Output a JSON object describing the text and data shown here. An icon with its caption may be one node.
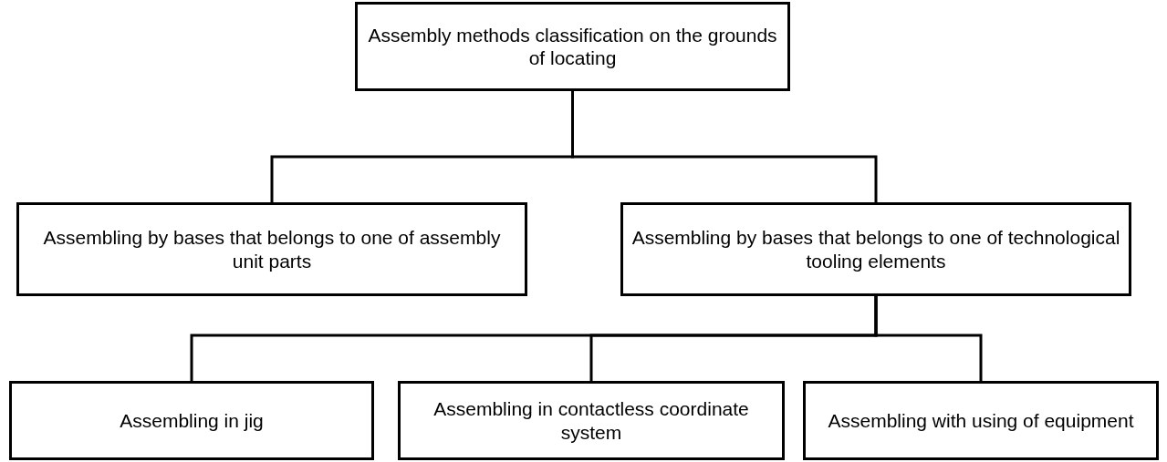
{
  "diagram": {
    "nodes": [
      {
        "text": [
          "Assembly methods classification on the grounds of locating"
        ]
      },
      {
        "text": [
          "Assembling by bases that belongs to one of assembly unit parts"
        ]
      },
      {
        "text": [
          "Assembling by bases that belongs to one of technological tooling elements"
        ]
      },
      {
        "text": [
          "Assembling in jig"
        ]
      },
      {
        "text": [
          "Assembling in contactless coordinate system"
        ]
      },
      {
        "text": [
          "Assembling with using of equipment"
        ]
      }
    ],
    "edges": [
      {
        "from": 0,
        "to": 1,
        "arrow": "none"
      },
      {
        "from": 0,
        "to": 2,
        "arrow": "none"
      },
      {
        "from": 2,
        "to": 3,
        "arrow": "none"
      },
      {
        "from": 2,
        "to": 4,
        "arrow": "none"
      },
      {
        "from": 2,
        "to": 5,
        "arrow": "none"
      }
    ]
  }
}
